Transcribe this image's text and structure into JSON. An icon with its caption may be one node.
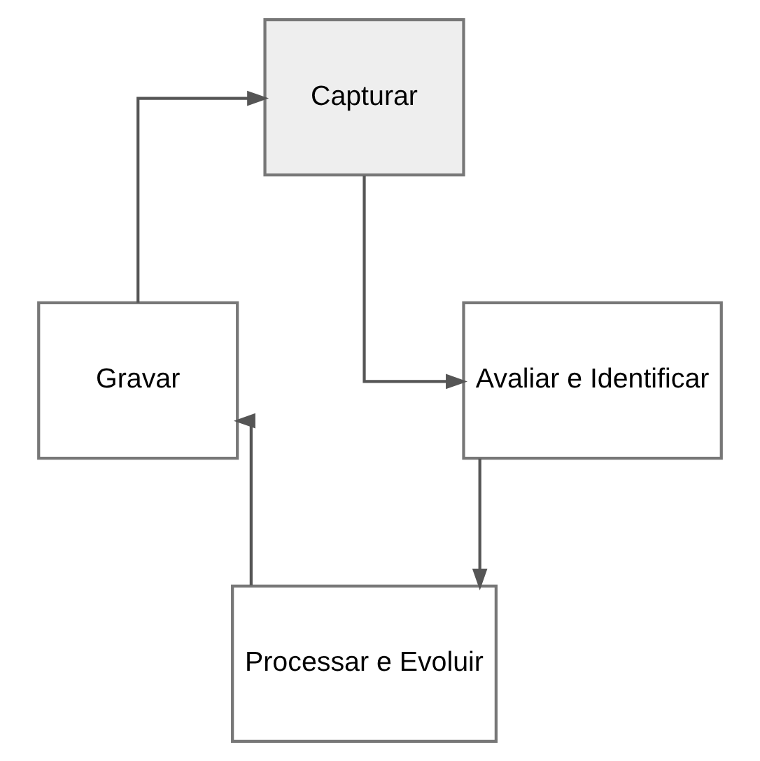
{
  "diagram": {
    "nodes": [
      {
        "text": [
          "Capturar"
        ]
      },
      {
        "text": [
          "Avaliar e Identificar"
        ]
      },
      {
        "text": [
          "Processar e Evoluir"
        ]
      },
      {
        "text": [
          "Gravar"
        ]
      }
    ],
    "edges": [
      {
        "from": 0,
        "to": 1,
        "arrow": "to"
      },
      {
        "from": 1,
        "to": 2,
        "arrow": "to"
      },
      {
        "from": 2,
        "to": 3,
        "arrow": "to"
      },
      {
        "from": 3,
        "to": 0,
        "arrow": "to"
      }
    ]
  }
}
